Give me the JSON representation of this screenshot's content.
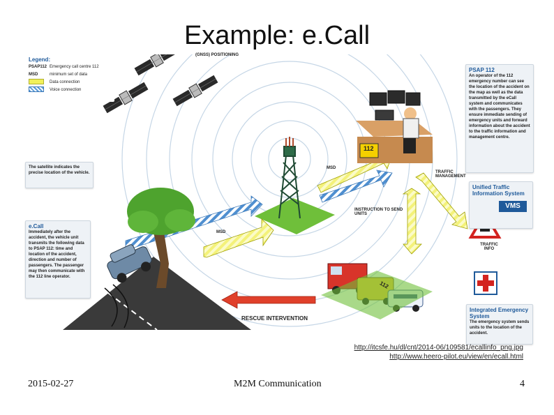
{
  "slide": {
    "title": "Example: e.Call",
    "date": "2015-02-27",
    "footer": "M2M Communication",
    "page_number": "4",
    "links": [
      "http://itcsfe.hu/dl/cnt/2014-06/109581/ecallinfo_png.jpg",
      "http://www.heero-pilot.eu/view/en/ecall.html"
    ]
  },
  "figure": {
    "legend": {
      "title": "Legend:",
      "rows": [
        {
          "key": "PSAP112",
          "text": "Emergency call centre 112"
        },
        {
          "key": "MSD",
          "text": "minimum set of data"
        },
        {
          "key": "",
          "text": "Data connection"
        },
        {
          "key": "",
          "text": "Voice connection"
        }
      ]
    },
    "gnss_label": "(GNSS) POSITIONING",
    "satellite_box": "The satellite indicates the precise location of the vehicle.",
    "ecall_box": {
      "title": "e.Call",
      "text": "Immediately after the accident, the vehicle unit transmits the following data to PSAP 112: time and location of the accident, direction and number of passengers. The passenger may then communicate with the 112 line operator."
    },
    "psap_box": {
      "title": "PSAP 112",
      "text": "An operator of the 112 emergency number can see the location of the accident on the map as well as the data transmitted by the eCall system and communicates with the passengers. They ensure immediate sending of emergency units and forward information about the accident to the traffic information and management centre."
    },
    "utis_box": {
      "title": "Unified Traffic Information System"
    },
    "ies_box": {
      "title": "Integrated Emergency System",
      "text": "The emergency system sends units to the location of the accident."
    },
    "labels": {
      "msd_top": "MSD",
      "msd_left": "MSD",
      "traffic_management": "TRAFFIC MANAGEMENT",
      "instruction": "INSTRUCTION TO SEND UNITS",
      "traffic_info": "TRAFFIC INFO",
      "rescue": "RESCUE INTERVENTION",
      "vms": "VMS",
      "sign_112": "112",
      "ambulance_112": "112"
    },
    "colors": {
      "box_title": "#1f5a9a",
      "data_connection": "#f1f05a",
      "voice_connection": "#5a9ad6",
      "rescue_arrow": "#e0402b",
      "ground": "#6fbf3a"
    }
  }
}
